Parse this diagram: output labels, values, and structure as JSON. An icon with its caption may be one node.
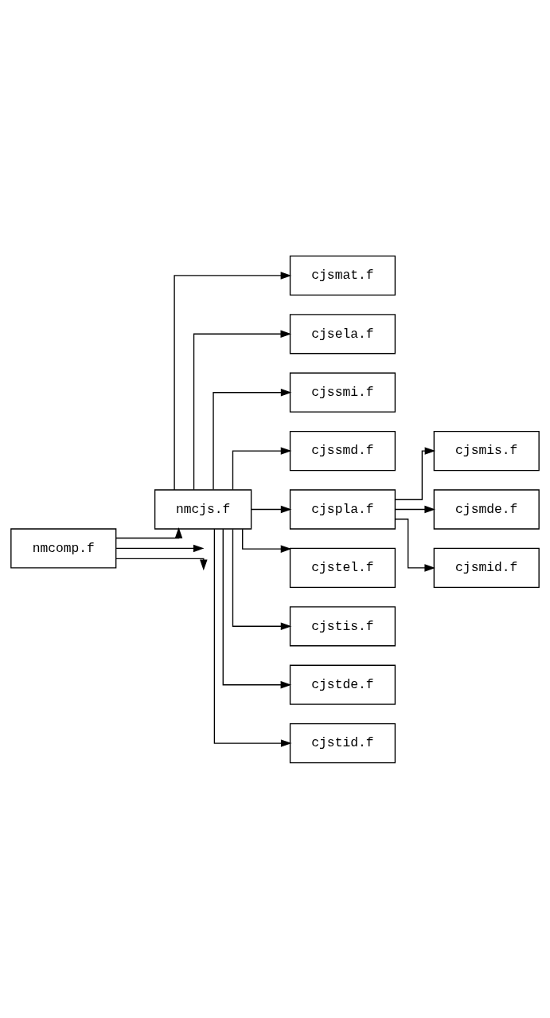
{
  "diagram": {
    "nodes": [
      {
        "text": [
          "nmcomp.f"
        ]
      },
      {
        "text": [
          "nmcjs.f"
        ]
      },
      {
        "text": [
          "cjsmat.f"
        ]
      },
      {
        "text": [
          "cjsela.f"
        ]
      },
      {
        "text": [
          "cjssmi.f"
        ]
      },
      {
        "text": [
          "cjssmd.f"
        ]
      },
      {
        "text": [
          "cjspla.f"
        ]
      },
      {
        "text": [
          "cjsmis.f"
        ]
      },
      {
        "text": [
          "cjsmde.f"
        ]
      },
      {
        "text": [
          "cjsmid.f"
        ]
      },
      {
        "text": [
          "cjstel.f"
        ]
      },
      {
        "text": [
          "cjstis.f"
        ]
      },
      {
        "text": [
          "cjstde.f"
        ]
      },
      {
        "text": [
          "cjstid.f"
        ]
      }
    ],
    "edges": [
      {
        "from": 0,
        "to": null,
        "arrow": "to"
      },
      {
        "from": 0,
        "to": null,
        "arrow": "to"
      },
      {
        "from": 0,
        "to": 1,
        "arrow": "to"
      },
      {
        "from": 1,
        "to": 2,
        "arrow": "to"
      },
      {
        "from": 1,
        "to": 3,
        "arrow": "to"
      },
      {
        "from": 1,
        "to": 4,
        "arrow": "to"
      },
      {
        "from": 1,
        "to": 5,
        "arrow": "to"
      },
      {
        "from": 1,
        "to": 6,
        "arrow": "to"
      },
      {
        "from": 6,
        "to": 7,
        "arrow": "to"
      },
      {
        "from": 6,
        "to": 8,
        "arrow": "to"
      },
      {
        "from": 6,
        "to": 9,
        "arrow": "to"
      },
      {
        "from": 1,
        "to": 10,
        "arrow": "to"
      },
      {
        "from": 1,
        "to": 11,
        "arrow": "to"
      },
      {
        "from": 1,
        "to": 12,
        "arrow": "to"
      },
      {
        "from": 1,
        "to": 13,
        "arrow": "to"
      }
    ]
  }
}
